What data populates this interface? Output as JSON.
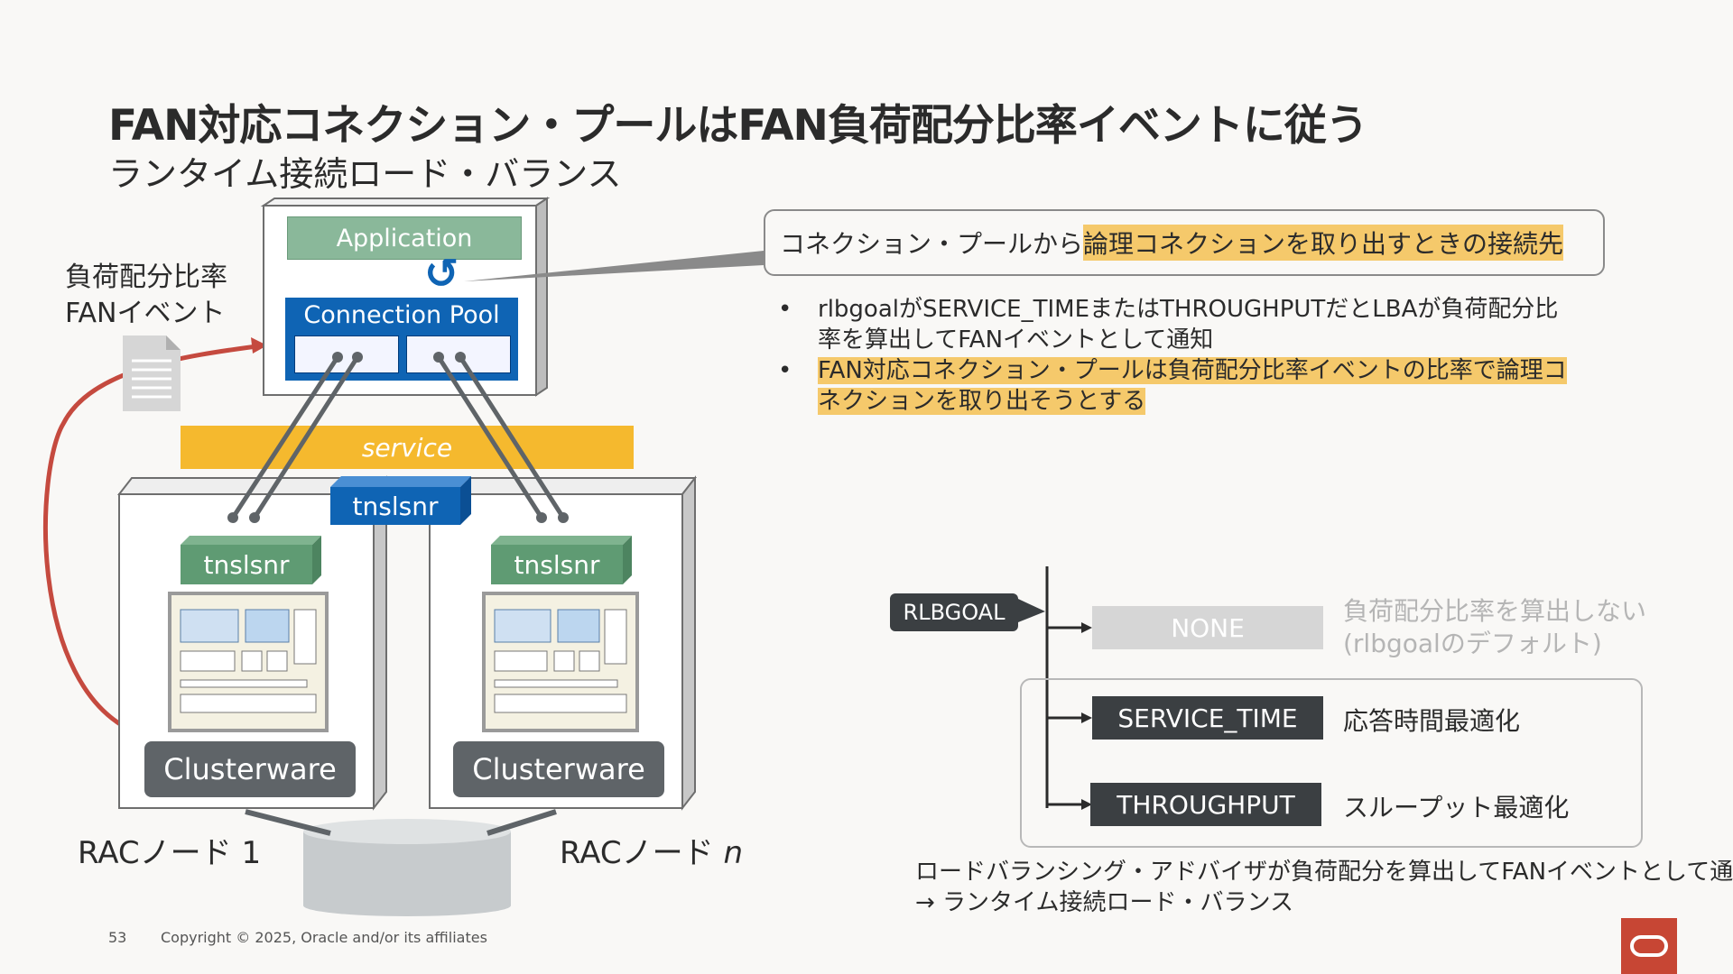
{
  "slide": {
    "title": "FAN対応コネクション・プールはFAN負荷配分比率イベントに従う",
    "subtitle": "ランタイム接続ロード・バランス",
    "page_number": "53",
    "copyright": "Copyright © 2025, Oracle and/or its affiliates"
  },
  "diagram": {
    "fan_event_label_line1": "負荷配分比率",
    "fan_event_label_line2": "FANイベント",
    "application_label": "Application",
    "connection_pool_label": "Connection Pool",
    "service_label": "service",
    "scan_listener_label": "tnslsnr",
    "node1_listener_label": "tnslsnr",
    "node2_listener_label": "tnslsnr",
    "node1_clusterware_label": "Clusterware",
    "node2_clusterware_label": "Clusterware",
    "node1_label": "RACノード 1",
    "node2_label_prefix": "RACノード ",
    "node2_label_var": "n"
  },
  "callout": {
    "prefix": "コネクション・プールから",
    "highlight": "論理コネクションを取り出すときの接続先"
  },
  "bullets": [
    {
      "text": "rlbgoalがSERVICE_TIMEまたはTHROUGHPUTだとLBAが負荷配分比率を算出してFANイベントとして通知",
      "highlight": false
    },
    {
      "text": "FAN対応コネクション・プールは負荷配分比率イベントの比率で論理コネクションを取り出そうとする",
      "highlight": true
    }
  ],
  "rlbgoal": {
    "label": "RLBGOAL",
    "options": [
      {
        "name": "NONE",
        "description_line1": "負荷配分比率を算出しない",
        "description_line2": "(rlbgoalのデフォルト)"
      },
      {
        "name": "SERVICE_TIME",
        "description_line1": "応答時間最適化"
      },
      {
        "name": "THROUGHPUT",
        "description_line1": "スループット最適化"
      }
    ]
  },
  "note": {
    "line1": "ロードバランシング・アドバイザが負荷配分を算出してFANイベントとして通知",
    "line2": "→ ランタイム接続ロード・バランス"
  },
  "colors": {
    "application_green": "#8ab89a",
    "listener_green": "#5f9b73",
    "pool_blue": "#0f64b4",
    "service_yellow": "#f5b92e",
    "clusterware_gray": "#5f6468",
    "red_arrow": "#c54a3f",
    "oracle_red": "#c74634",
    "highlight": "#f5c96b",
    "dark_option": "#3b3f42",
    "none_option": "#d6d6d6"
  }
}
